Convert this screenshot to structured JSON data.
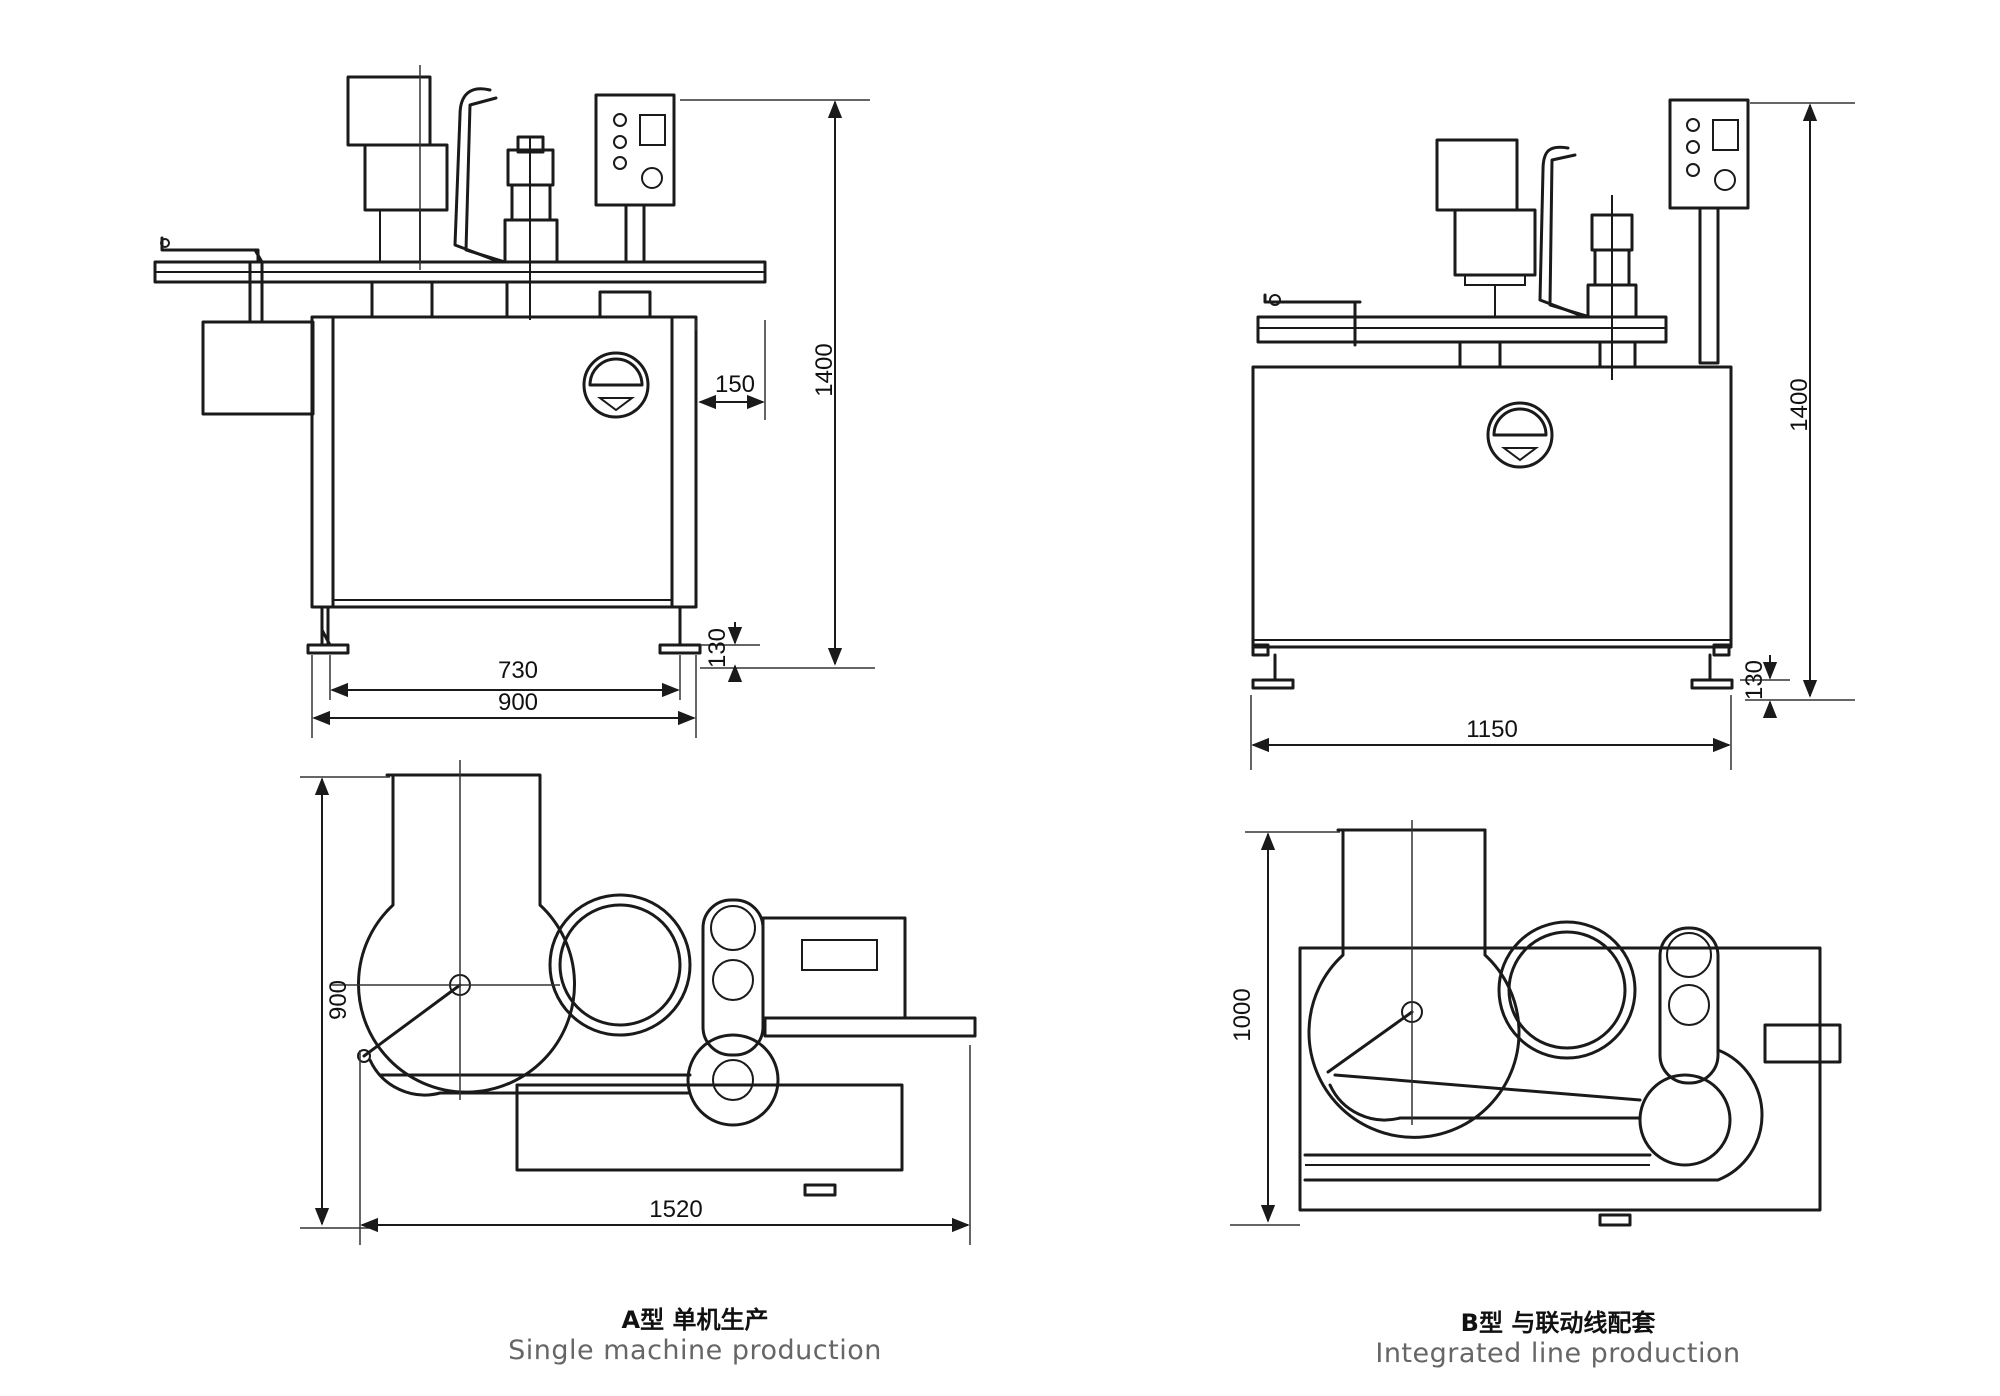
{
  "views": {
    "a": {
      "dims": {
        "width_inner": "730",
        "width_outer": "900",
        "height": "1400",
        "offset": "150",
        "foot": "130",
        "plan_depth": "900",
        "plan_length": "1520"
      },
      "caption_cn": "A型 单机生产",
      "caption_en": "Single machine production"
    },
    "b": {
      "dims": {
        "width": "1150",
        "height": "1400",
        "foot": "130",
        "plan_depth": "1000"
      },
      "caption_cn": "B型 与联动线配套",
      "caption_en": "Integrated line production"
    }
  }
}
